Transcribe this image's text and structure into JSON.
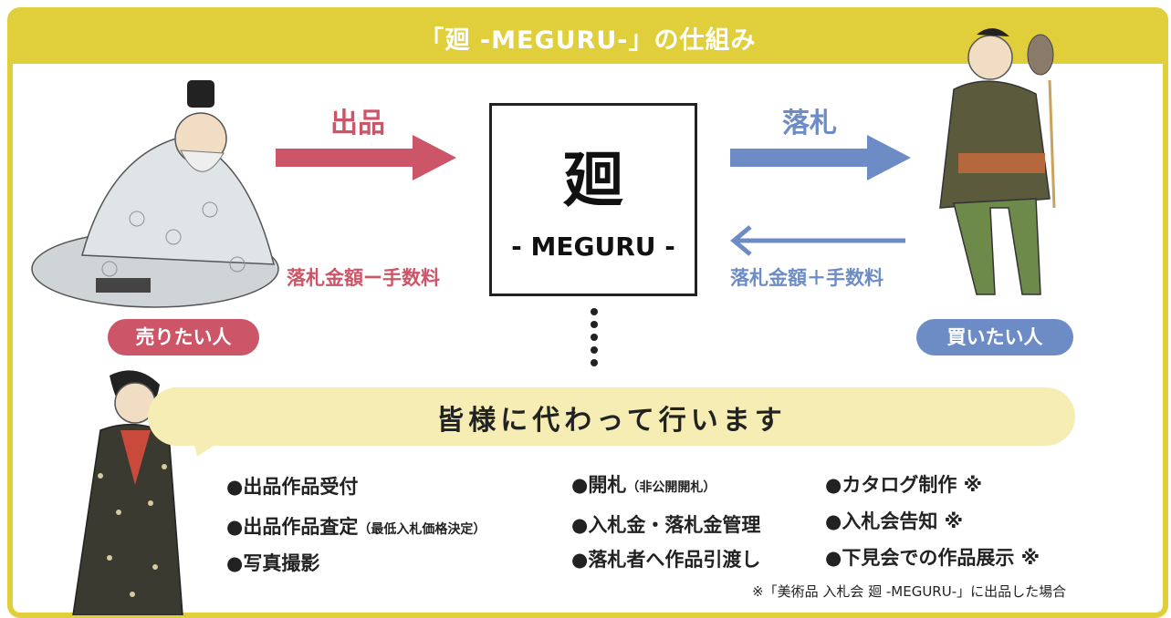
{
  "banner": {
    "title": "「廻 -MEGURU-」の仕組み"
  },
  "center": {
    "kanji": "廻",
    "subtitle": "- MEGURU -"
  },
  "flows": {
    "sell_label": "出品",
    "sell_note": "落札金額ー手数料",
    "buy_label": "落札",
    "buy_note": "落札金額＋手数料"
  },
  "parties": {
    "seller": "売りたい人",
    "buyer": "買いたい人"
  },
  "service": {
    "heading": "皆様に代わって行います"
  },
  "services": {
    "col1": [
      {
        "text": "●出品作品受付",
        "note": ""
      },
      {
        "text": "●出品作品査定",
        "note": "（最低入札価格決定）"
      },
      {
        "text": "●写真撮影",
        "note": ""
      }
    ],
    "col2": [
      {
        "text": "●開札",
        "note": "（非公開開札）"
      },
      {
        "text": "●入札金・落札金管理",
        "note": ""
      },
      {
        "text": "●落札者へ作品引渡し",
        "note": ""
      }
    ],
    "col3": [
      {
        "text": "●カタログ制作 ※",
        "note": ""
      },
      {
        "text": "●入札会告知 ※",
        "note": ""
      },
      {
        "text": "●下見会での作品展示 ※",
        "note": ""
      }
    ]
  },
  "footnote": "※「美術品 入札会 廻 -MEGURU-」に出品した場合",
  "colors": {
    "banner": "#e0ce3a",
    "sell": "#cd5568",
    "buy": "#6d8cc6",
    "bubble": "#f5edb3"
  },
  "icons": {
    "seller_figure": "seated-poet-illustration",
    "buyer_figure": "falconer-illustration",
    "woman_figure": "kimono-woman-illustration"
  }
}
